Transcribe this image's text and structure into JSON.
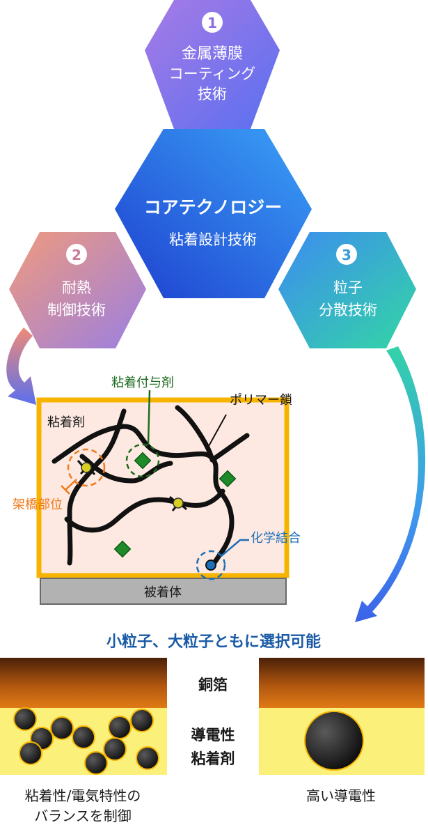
{
  "hex_top": {
    "number": "1",
    "line1": "金属薄膜",
    "line2": "コーティング",
    "line3": "技術"
  },
  "hex_center": {
    "title": "コアテクノロジー",
    "subtitle": "粘着設計技術"
  },
  "hex_left": {
    "number": "2",
    "line1": "耐熱",
    "line2": "制御技術"
  },
  "hex_right": {
    "number": "3",
    "line1": "粒子",
    "line2": "分散技術"
  },
  "adhesive_diagram": {
    "label_adhesive": "粘着剤",
    "label_tackifier": "粘着付与剤",
    "label_polymer": "ポリマー鎖",
    "label_crosslink": "架橋部位",
    "label_chemical_bond": "化学結合",
    "label_substrate": "被着体"
  },
  "particle_caption": "小粒子、大粒子ともに選択可能",
  "layers": {
    "copper_foil": "銅箔",
    "conductive_line1": "導電性",
    "conductive_line2": "粘着剤"
  },
  "bottom_left_caption": {
    "line1": "粘着性/電気特性の",
    "line2": "バランスを制御"
  },
  "bottom_right_caption": "高い導電性",
  "colors": {
    "accent_blue": "#1a5aa6",
    "tackifier_green": "#1e6b1e",
    "crosslink_orange": "#f07a1a",
    "bond_blue": "#1d6fb8",
    "frame_yellow": "#f6b400",
    "adhesive_bg": "#fde9e1",
    "conductive_yellow": "#fbf07a"
  }
}
